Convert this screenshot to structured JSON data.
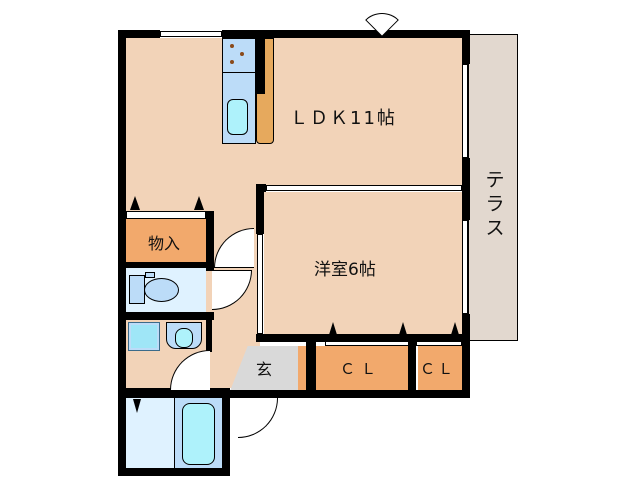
{
  "floor_plan": {
    "rooms": {
      "ldk": {
        "label": "ＬＤＫ11帖",
        "type": "living-dining-kitchen",
        "size_jo": 11
      },
      "western_room": {
        "label": "洋室6帖",
        "type": "bedroom",
        "size_jo": 6
      },
      "storage": {
        "label": "物入",
        "type": "storage"
      },
      "closet_1": {
        "label": "ＣＬ",
        "type": "closet"
      },
      "closet_2": {
        "label": "ＣＬ",
        "type": "closet"
      },
      "entrance": {
        "label": "玄",
        "type": "entrance"
      },
      "terrace": {
        "label": "テラス",
        "type": "terrace"
      }
    },
    "fixtures": [
      "kitchen-sink",
      "stove",
      "counter",
      "toilet",
      "washbasin",
      "washing-machine-pan",
      "bathtub"
    ],
    "colors": {
      "floor": "#f2d3b8",
      "storage": "#f2a96c",
      "wet_area": "#dff2ff",
      "fixture_blue": "#bcdcf8",
      "fixture_cyan": "#aef2fb",
      "counter": "#e6a95d",
      "terrace": "#e2d8cf",
      "entrance": "#d9d9d9",
      "wall": "#000000"
    }
  }
}
